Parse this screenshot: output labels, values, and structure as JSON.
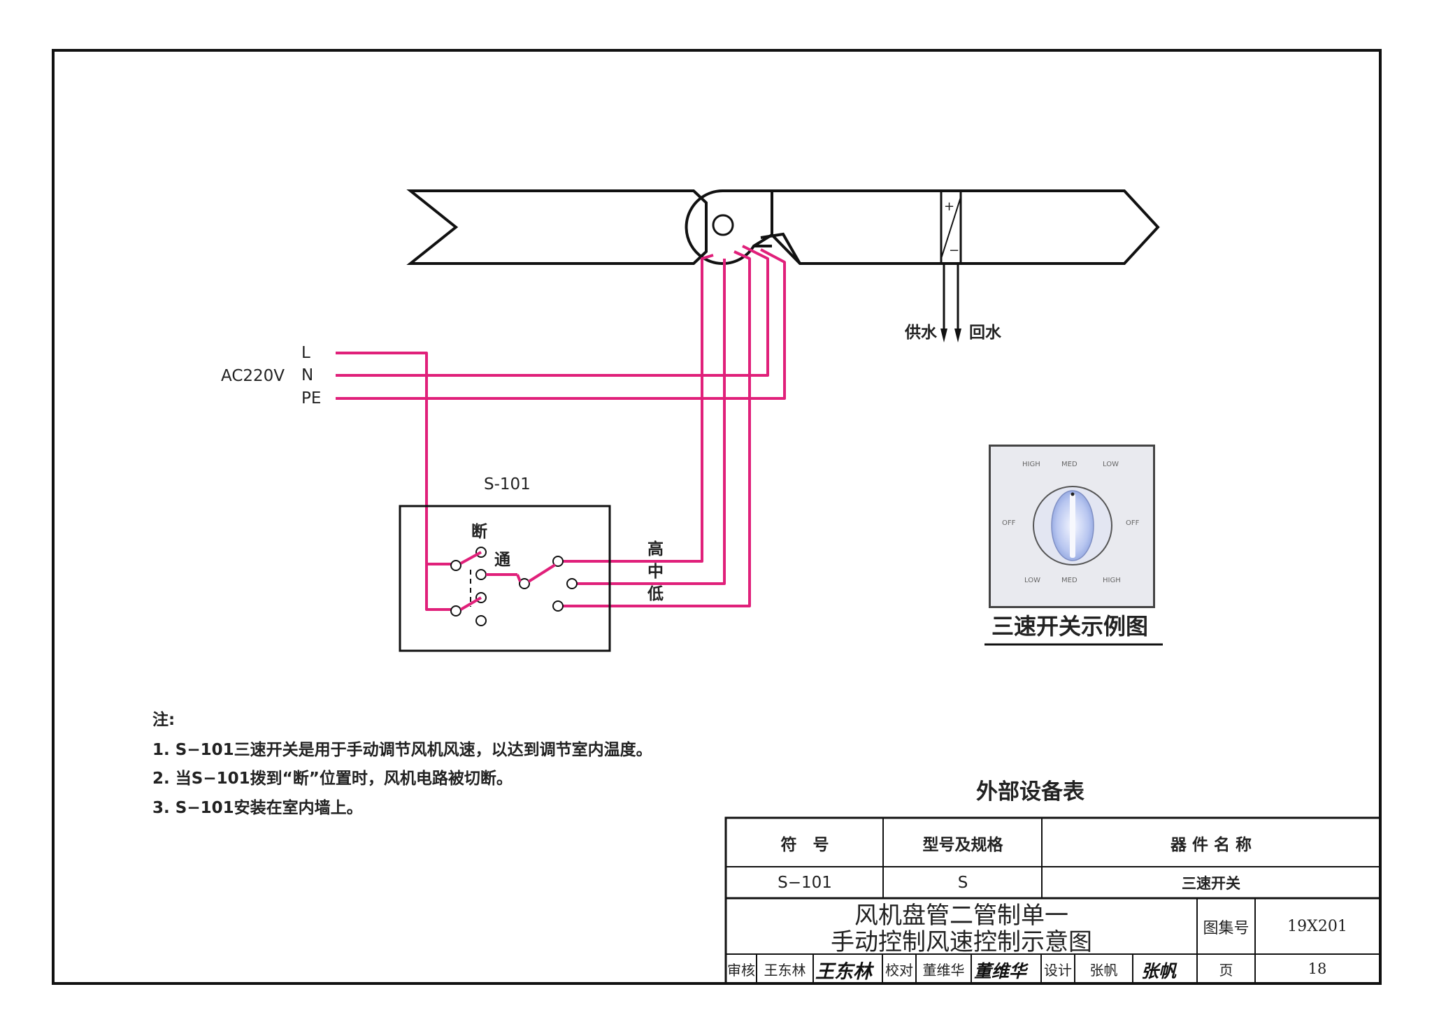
{
  "diagram": {
    "power": {
      "label": "AC220V",
      "lines": [
        "L",
        "N",
        "PE"
      ]
    },
    "switch": {
      "id": "S-101",
      "off_label": "断",
      "on_label": "通",
      "speeds": [
        "高",
        "中",
        "低"
      ]
    },
    "pipes": {
      "supply": "供水",
      "return": "回水"
    },
    "coil_marks": {
      "plus": "+",
      "minus": "−"
    },
    "wire_color": "#e0207a",
    "knob_example": {
      "caption": "三速开关示例图",
      "top_labels": [
        "HIGH",
        "MED",
        "LOW"
      ],
      "bottom_labels": [
        "LOW",
        "MED",
        "HIGH"
      ],
      "left_label": "OFF",
      "right_label": "OFF"
    }
  },
  "notes": {
    "heading": "注:",
    "items": [
      "1. S−101三速开关是用于手动调节风机风速，以达到调节室内温度。",
      "2. 当S−101拨到“断”位置时，风机电路被切断。",
      "3. S−101安装在室内墙上。"
    ]
  },
  "equipment_table": {
    "title": "外部设备表",
    "headers": [
      "符　号",
      "型号及规格",
      "器 件 名 称"
    ],
    "rows": [
      [
        "S−101",
        "S",
        "三速开关"
      ]
    ]
  },
  "title_block": {
    "title_line1": "风机盘管二管制单一",
    "title_line2": "手动控制风速控制示意图",
    "atlas_label": "图集号",
    "atlas_no": "19X201",
    "page_label": "页",
    "page_no": "18",
    "review_label": "审核",
    "reviewer": "王东林",
    "reviewer_sig": "王东林",
    "check_label": "校对",
    "checker": "董维华",
    "checker_sig": "董维华",
    "design_label": "设计",
    "designer": "张帆",
    "designer_sig": "张帆"
  }
}
